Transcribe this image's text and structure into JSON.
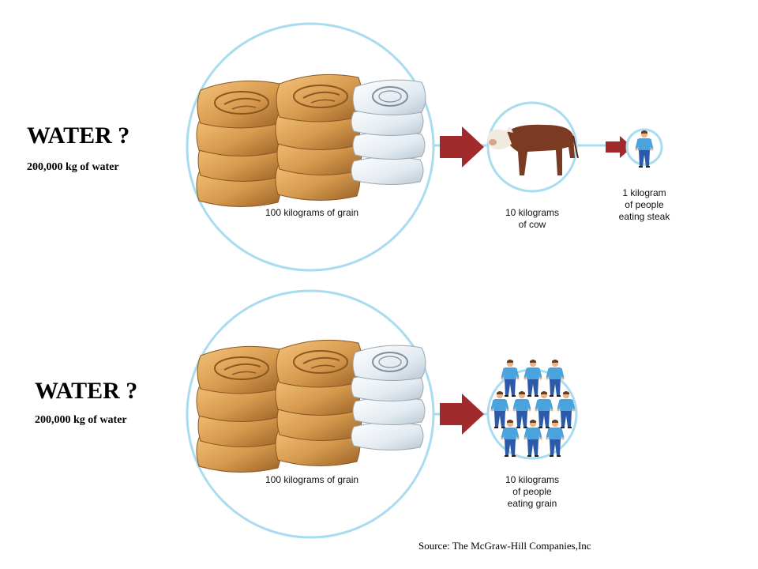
{
  "colors": {
    "ring": "#a9dcf0",
    "arrow": "#a12a2c",
    "sack_tan": "#d39a4f",
    "sack_white": "#e6eef3",
    "cow": "#7a3b22",
    "shirt": "#4aa3dd",
    "jeans": "#2a5aa8"
  },
  "top": {
    "title": "WATER ?",
    "subtitle": "200,000 kg of water",
    "grain_caption": "100  kilograms of grain",
    "cow_caption_l1": "10  kilograms",
    "cow_caption_l2": "of cow",
    "people_caption_l1": "1 kilogram",
    "people_caption_l2": "of people",
    "people_caption_l3": "eating steak"
  },
  "bottom": {
    "title": "WATER ?",
    "subtitle": "200,000 kg of water",
    "grain_caption": "100  kilograms of grain",
    "people_caption_l1": "10  kilograms",
    "people_caption_l2": "of people",
    "people_caption_l3": "eating grain"
  },
  "source": "Source: The McGraw-Hill Companies,Inc"
}
